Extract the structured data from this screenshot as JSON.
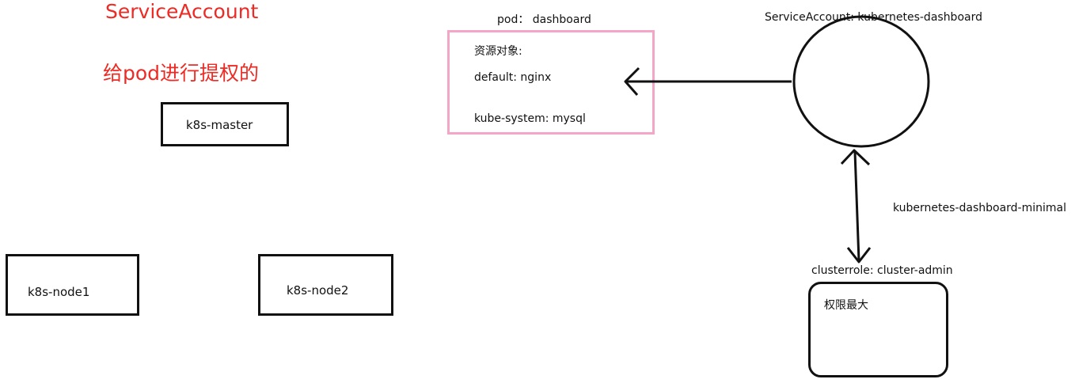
{
  "heading": {
    "main": "ServiceAccount",
    "sub": "给pod进行提权的"
  },
  "nodes": {
    "master": "k8s-master",
    "node1": "k8s-node1",
    "node2": "k8s-node2"
  },
  "pod": {
    "title": "pod： dashboard",
    "resources_label": "资源对象:",
    "default_line": "default:  nginx",
    "kube_system_line": "kube-system:  mysql"
  },
  "service_account": {
    "label": "ServiceAccount: kubernetes-dashboard"
  },
  "binding": {
    "label": "kubernetes-dashboard-minimal"
  },
  "cluster_role": {
    "label": "clusterrole: cluster-admin",
    "description": "权限最大"
  },
  "colors": {
    "heading": "#ee2a24",
    "pod_border": "#f4a6c8",
    "stroke": "#111111"
  }
}
